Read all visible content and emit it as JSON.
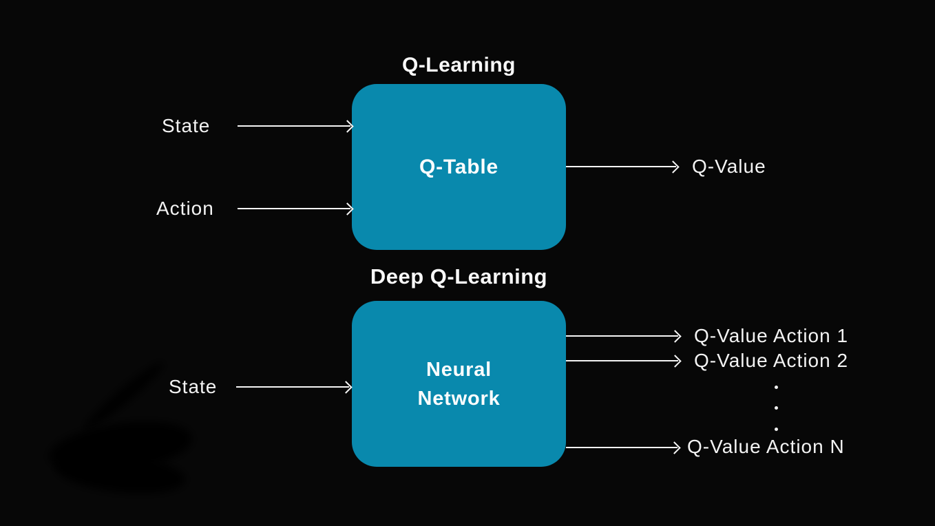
{
  "diagram": {
    "background_color": "#070707",
    "box_color": "#0989ad",
    "text_color": "#ffffff",
    "q_learning": {
      "title": "Q-Learning",
      "box_label": "Q-Table",
      "input_1": "State",
      "input_2": "Action",
      "output_1": "Q-Value"
    },
    "deep_q_learning": {
      "title": "Deep Q-Learning",
      "box_label": "Neural Network",
      "input_1": "State",
      "output_1": "Q-Value Action 1",
      "output_2": "Q-Value Action 2",
      "output_n": "Q-Value Action N"
    }
  }
}
